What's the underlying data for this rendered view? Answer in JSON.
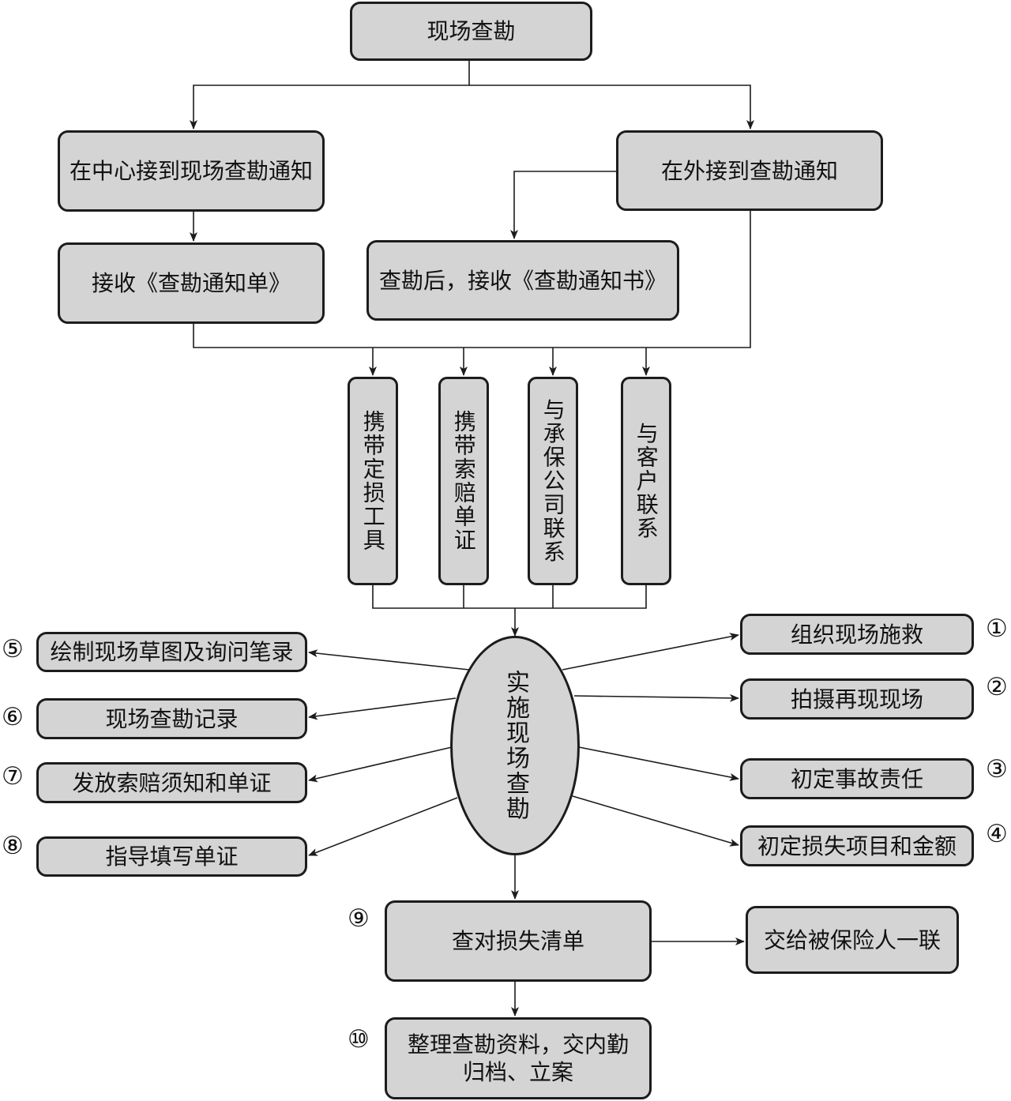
{
  "nodes": {
    "start": "现场查勘",
    "center_notice": "在中心接到现场查勘通知",
    "outside_notice": "在外接到查勘通知",
    "receive_sheet": "接收《查勘通知单》",
    "receive_letter": "查勘后，接收《查勘通知书》",
    "carry_tools": "携带定损工具",
    "carry_forms": "携带索赔单证",
    "contact_insurer": "与承保公司联系",
    "contact_customer": "与客户联系",
    "implement": "实施现场查勘",
    "step1": "组织现场施救",
    "step2": "拍摄再现现场",
    "step3": "初定事故责任",
    "step4": "初定损失项目和金额",
    "step5": "绘制现场草图及询问笔录",
    "step6": "现场查勘记录",
    "step7": "发放索赔须知和单证",
    "step8": "指导填写单证",
    "step9": "查对损失清单",
    "give_insured": "交给被保险人一联",
    "step10_line1": "整理查勘资料，交内勤",
    "step10_line2": "归档、立案"
  },
  "markers": {
    "n1": "①",
    "n2": "②",
    "n3": "③",
    "n4": "④",
    "n5": "⑤",
    "n6": "⑥",
    "n7": "⑦",
    "n8": "⑧",
    "n9": "⑨",
    "n10": "⑩"
  }
}
